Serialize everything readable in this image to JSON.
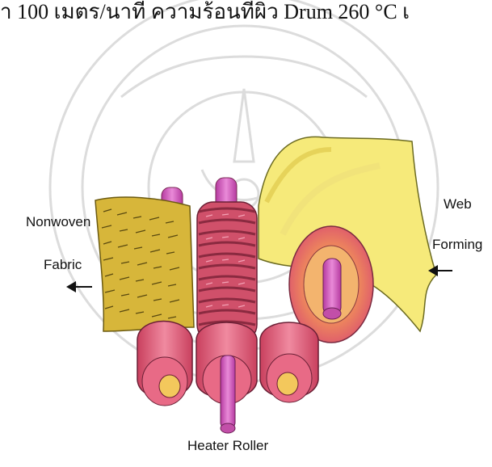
{
  "header": {
    "text": "า 100 เมตร/นาที ความร้อนที่ผิว Drum 260 °C เ"
  },
  "labels": {
    "nonwoven": "Nonwoven",
    "fabric": "Fabric",
    "web": "Web",
    "forming": "Forming",
    "heater_roller": "Heater Roller"
  },
  "colors": {
    "roller_pink": "#e8607a",
    "roller_magenta": "#d24bb8",
    "web_yellow": "#f6ea7a",
    "fabric_gold": "#d7b63a",
    "watermark": "#d9d9d9"
  },
  "icons": {
    "watermark": "university-seal-watermark",
    "arrow_out": "arrow-left-icon",
    "arrow_in": "arrow-left-icon"
  }
}
